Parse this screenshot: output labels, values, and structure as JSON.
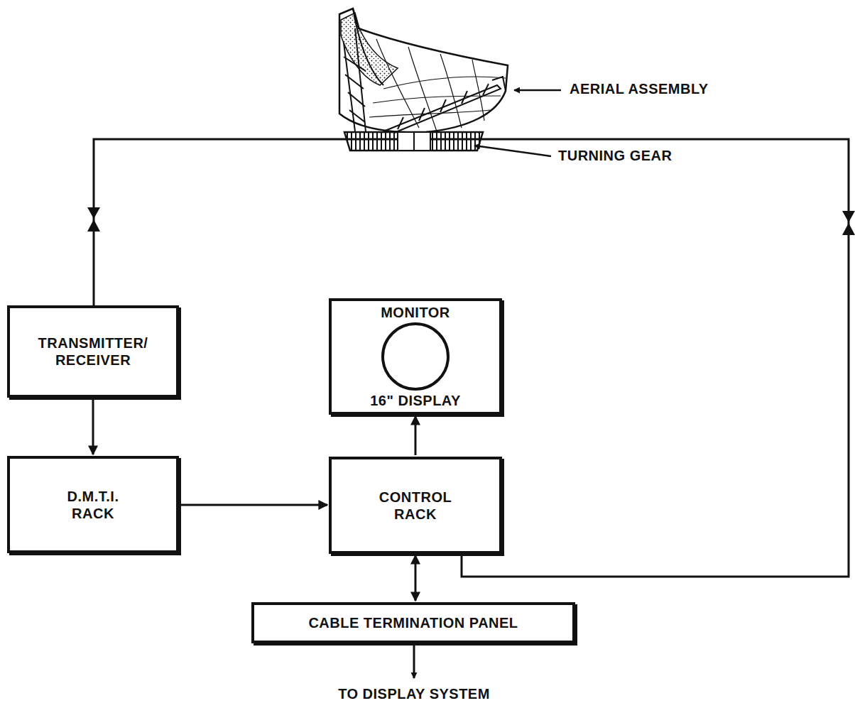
{
  "diagram": {
    "nodes": [
      {
        "text": [
          "TRANSMITTER/ RECEIVER"
        ]
      },
      {
        "text": [
          "MONITOR",
          "16\" DISPLAY"
        ]
      },
      {
        "text": [
          "D.M.T.I. RACK"
        ]
      },
      {
        "text": [
          "CONTROL RACK"
        ]
      },
      {
        "text": [
          "CABLE TERMINATION PANEL"
        ]
      }
    ],
    "edges": [
      {
        "from": 0,
        "to": 2,
        "arrow": "to"
      },
      {
        "from": 2,
        "to": 3,
        "arrow": "to"
      },
      {
        "from": 3,
        "to": 1,
        "arrow": "to"
      },
      {
        "from": 3,
        "to": 4,
        "arrow": "both"
      }
    ],
    "labels": [
      "AERIAL ASSEMBLY",
      "TURNING GEAR",
      "TO DISPLAY SYSTEM"
    ]
  }
}
